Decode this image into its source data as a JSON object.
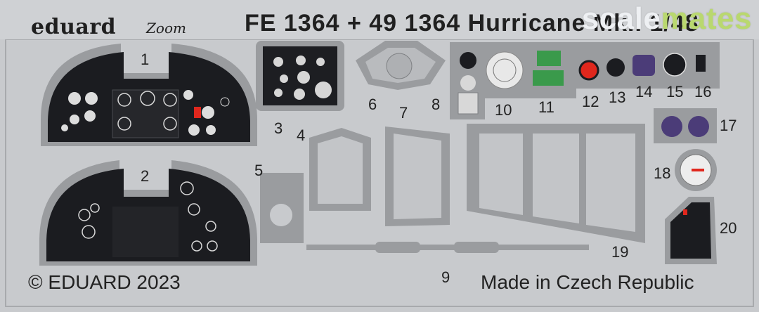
{
  "header": {
    "brand": "eduard",
    "zoom_logo": "Zoom",
    "product_code": "FE 1364 + 49 1364  Hurricane Mk.I  1/48"
  },
  "watermark": {
    "part1": "scale",
    "part2": "mates"
  },
  "footer": {
    "copyright": "© EDUARD 2023",
    "origin": "Made in Czech Republic"
  },
  "part_numbers": [
    "1",
    "2",
    "3",
    "4",
    "5",
    "6",
    "7",
    "8",
    "9",
    "10",
    "11",
    "12",
    "13",
    "14",
    "15",
    "16",
    "17",
    "18",
    "19",
    "20"
  ],
  "colors": {
    "fret": "#c7c9cc",
    "panel_black": "#1a1b1f",
    "indicator_red": "#e0271d",
    "indicator_green": "#3a9a4b",
    "gauge_purple": "#4b3c78"
  }
}
